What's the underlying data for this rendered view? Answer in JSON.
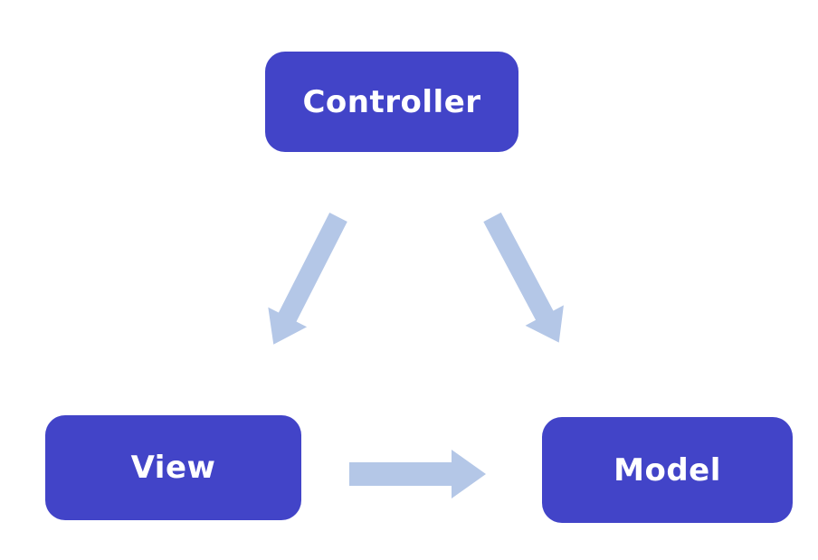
{
  "diagram": {
    "name": "mvc-diagram",
    "nodes": [
      {
        "id": "controller",
        "label": "Controller"
      },
      {
        "id": "view",
        "label": "View"
      },
      {
        "id": "model",
        "label": "Model"
      }
    ],
    "edges": [
      {
        "from": "controller",
        "to": "view",
        "direction": "down-left"
      },
      {
        "from": "controller",
        "to": "model",
        "direction": "down-right"
      },
      {
        "from": "view",
        "to": "model",
        "direction": "right"
      }
    ]
  },
  "colors": {
    "background": "#ffffff",
    "node-fill": "#4244c8",
    "node-text": "#ffffff",
    "arrow-fill": "#b4c7e7"
  }
}
